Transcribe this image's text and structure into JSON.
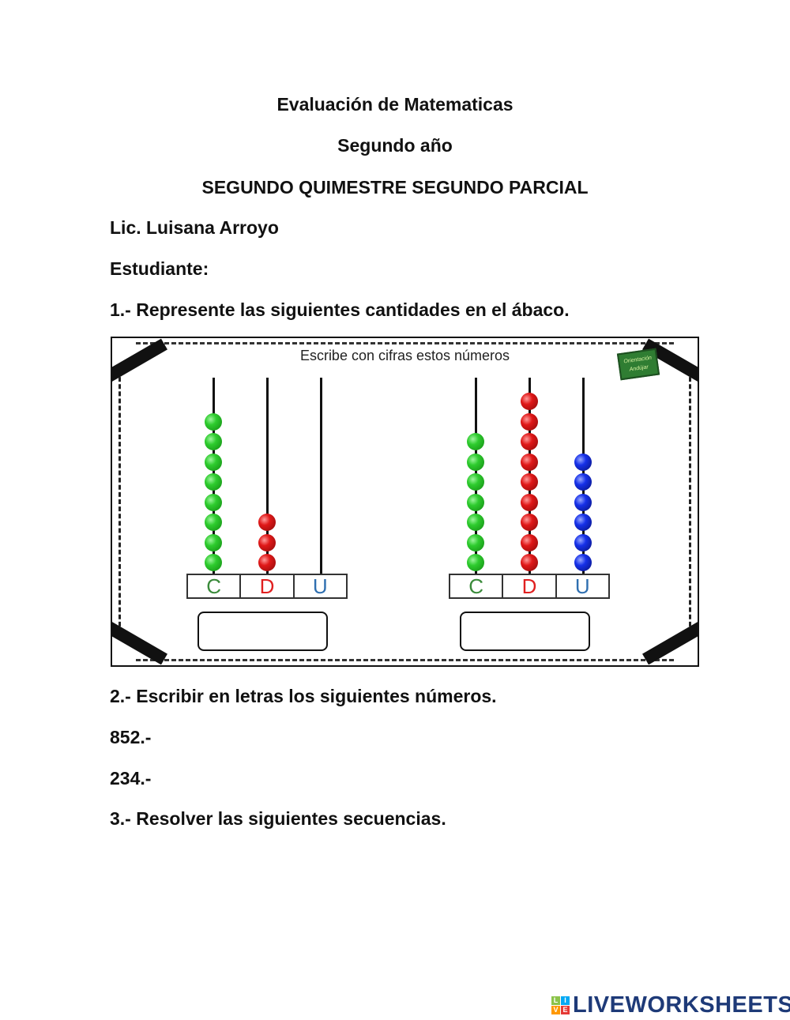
{
  "header": {
    "title": "Evaluación de Matematicas",
    "grade": "Segundo año",
    "period": "SEGUNDO QUIMESTRE SEGUNDO PARCIAL",
    "teacher": "Lic. Luisana Arroyo",
    "student_label": "Estudiante:"
  },
  "question1": {
    "prompt": "1.- Represente las siguientes cantidades en el ábaco.",
    "image": {
      "title": "Escribe con cifras estos números",
      "logo_text": "Orientación Andújar",
      "place_labels": [
        "C",
        "D",
        "U"
      ],
      "place_colors": [
        "#3a8a3a",
        "#e02020",
        "#2f6fb0"
      ],
      "abacuses": [
        {
          "beads": {
            "C": 8,
            "D": 3,
            "U": 0
          },
          "answer": ""
        },
        {
          "beads": {
            "C": 7,
            "D": 9,
            "U": 6
          },
          "answer": ""
        }
      ]
    }
  },
  "question2": {
    "prompt": "2.- Escribir en letras los siguientes números.",
    "items": [
      "852.-",
      "234.-"
    ]
  },
  "question3": {
    "prompt": "3.- Resolver las siguientes secuencias."
  },
  "footer": {
    "brand": "LIVEWORKSHEETS",
    "icon_letters": [
      "L",
      "I",
      "V",
      "E"
    ],
    "icon_colors": [
      "#8bc34a",
      "#03a9f4",
      "#ff9800",
      "#e53935"
    ]
  }
}
